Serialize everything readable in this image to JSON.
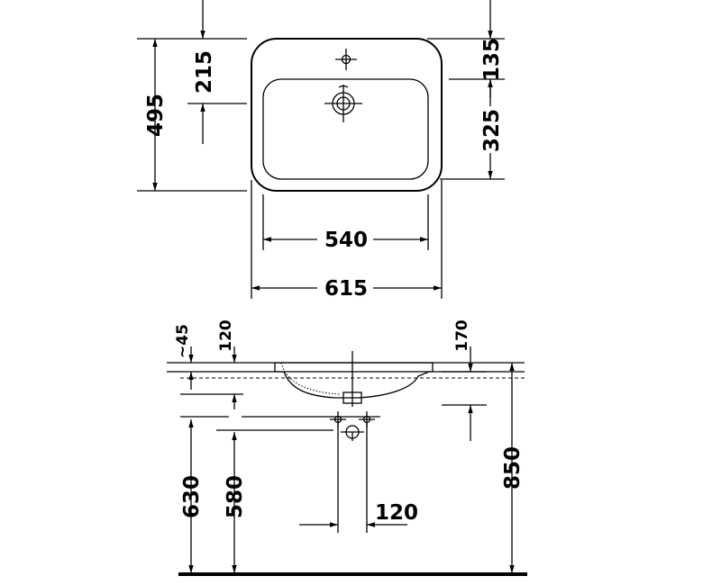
{
  "top_view": {
    "dim_depth": "495",
    "dim_tap_offset": "215",
    "dim_tap_to_drain": "135",
    "dim_drain_to_front": "325",
    "dim_inner_width": "540",
    "dim_outer_width": "615"
  },
  "side_view": {
    "dim_rim": "~45",
    "dim_bowl_depth_left": "120",
    "dim_bowl_depth_right": "170",
    "dim_height_630": "630",
    "dim_height_580": "580",
    "dim_height_850": "850",
    "dim_waste_spacing": "120"
  }
}
